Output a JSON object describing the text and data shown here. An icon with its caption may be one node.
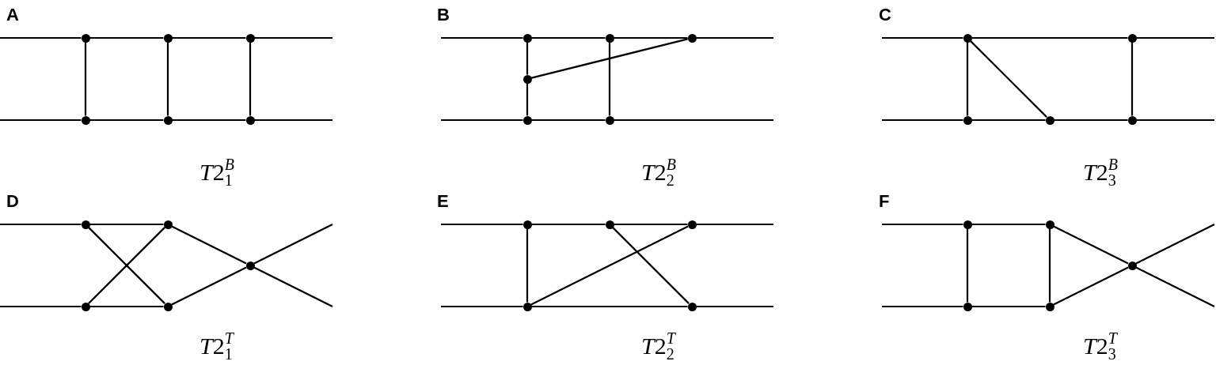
{
  "diagram": {
    "nodes": [
      {
        "text": [],
        "shape": "circle"
      },
      {
        "text": [],
        "shape": "circle"
      },
      {
        "text": [],
        "shape": "circle"
      },
      {
        "text": [],
        "shape": "circle"
      },
      {
        "text": [],
        "shape": "circle"
      },
      {
        "text": [],
        "shape": "circle"
      },
      {
        "text": [],
        "shape": "circle"
      },
      {
        "text": [],
        "shape": "circle"
      },
      {
        "text": [],
        "shape": "circle"
      },
      {
        "text": [],
        "shape": "circle"
      },
      {
        "text": [],
        "shape": "circle"
      },
      {
        "text": [],
        "shape": "circle"
      },
      {
        "text": [],
        "shape": "circle"
      },
      {
        "text": [],
        "shape": "circle"
      },
      {
        "text": [],
        "shape": "circle"
      },
      {
        "text": [],
        "shape": "circle"
      },
      {
        "text": [],
        "shape": "circle"
      },
      {
        "text": [],
        "shape": "circle"
      },
      {
        "text": [],
        "shape": "circle"
      },
      {
        "text": [],
        "shape": "circle"
      },
      {
        "text": [],
        "shape": "circle"
      },
      {
        "text": [],
        "shape": "circle"
      },
      {
        "text": [],
        "shape": "circle"
      },
      {
        "text": [],
        "shape": "circle"
      },
      {
        "text": [],
        "shape": "circle"
      },
      {
        "text": [],
        "shape": "circle"
      },
      {
        "text": [],
        "shape": "circle"
      },
      {
        "text": [],
        "shape": "circle"
      },
      {
        "text": [],
        "shape": "circle"
      },
      {
        "text": [],
        "shape": "circle"
      },
      {
        "text": [],
        "shape": "circle"
      },
      {
        "text": [],
        "shape": "circle"
      }
    ],
    "edges": [
      {
        "from": null,
        "to": 0,
        "arrow": "none"
      },
      {
        "from": 0,
        "to": 1,
        "arrow": "none"
      },
      {
        "from": 1,
        "to": 2,
        "arrow": "none"
      },
      {
        "from": 2,
        "to": null,
        "arrow": "none"
      },
      {
        "from": null,
        "to": 3,
        "arrow": "none"
      },
      {
        "from": 3,
        "to": 4,
        "arrow": "none"
      },
      {
        "from": 4,
        "to": 5,
        "arrow": "none"
      },
      {
        "from": 5,
        "to": null,
        "arrow": "none"
      },
      {
        "from": 0,
        "to": 3,
        "arrow": "none"
      },
      {
        "from": 1,
        "to": 4,
        "arrow": "none"
      },
      {
        "from": 2,
        "to": 5,
        "arrow": "none"
      },
      {
        "from": null,
        "to": 6,
        "arrow": "none"
      },
      {
        "from": 6,
        "to": 7,
        "arrow": "none"
      },
      {
        "from": 7,
        "to": 8,
        "arrow": "none"
      },
      {
        "from": 8,
        "to": null,
        "arrow": "none"
      },
      {
        "from": null,
        "to": 10,
        "arrow": "none"
      },
      {
        "from": 10,
        "to": 11,
        "arrow": "none"
      },
      {
        "from": 11,
        "to": null,
        "arrow": "none"
      },
      {
        "from": 6,
        "to": 9,
        "arrow": "none"
      },
      {
        "from": 9,
        "to": 10,
        "arrow": "none"
      },
      {
        "from": 7,
        "to": 11,
        "arrow": "none"
      },
      {
        "from": 9,
        "to": 8,
        "arrow": "none"
      },
      {
        "from": null,
        "to": 12,
        "arrow": "none"
      },
      {
        "from": 12,
        "to": 13,
        "arrow": "none"
      },
      {
        "from": 13,
        "to": null,
        "arrow": "none"
      },
      {
        "from": null,
        "to": 14,
        "arrow": "none"
      },
      {
        "from": 14,
        "to": 15,
        "arrow": "none"
      },
      {
        "from": 15,
        "to": 16,
        "arrow": "none"
      },
      {
        "from": 16,
        "to": null,
        "arrow": "none"
      },
      {
        "from": 12,
        "to": 14,
        "arrow": "none"
      },
      {
        "from": 12,
        "to": 15,
        "arrow": "none"
      },
      {
        "from": 13,
        "to": 16,
        "arrow": "none"
      },
      {
        "from": null,
        "to": 17,
        "arrow": "none"
      },
      {
        "from": 17,
        "to": 18,
        "arrow": "none"
      },
      {
        "from": 18,
        "to": 19,
        "arrow": "none"
      },
      {
        "from": 19,
        "to": null,
        "arrow": "none"
      },
      {
        "from": null,
        "to": 20,
        "arrow": "none"
      },
      {
        "from": 20,
        "to": 21,
        "arrow": "none"
      },
      {
        "from": 21,
        "to": 19,
        "arrow": "none"
      },
      {
        "from": 19,
        "to": null,
        "arrow": "none"
      },
      {
        "from": 17,
        "to": 21,
        "arrow": "none"
      },
      {
        "from": 20,
        "to": 18,
        "arrow": "none"
      },
      {
        "from": null,
        "to": 22,
        "arrow": "none"
      },
      {
        "from": 22,
        "to": 23,
        "arrow": "none"
      },
      {
        "from": 23,
        "to": 24,
        "arrow": "none"
      },
      {
        "from": 24,
        "to": null,
        "arrow": "none"
      },
      {
        "from": null,
        "to": 25,
        "arrow": "none"
      },
      {
        "from": 25,
        "to": 26,
        "arrow": "none"
      },
      {
        "from": 26,
        "to": null,
        "arrow": "none"
      },
      {
        "from": 22,
        "to": 25,
        "arrow": "none"
      },
      {
        "from": 25,
        "to": 24,
        "arrow": "none"
      },
      {
        "from": 23,
        "to": 26,
        "arrow": "none"
      },
      {
        "from": null,
        "to": 27,
        "arrow": "none"
      },
      {
        "from": 27,
        "to": 28,
        "arrow": "none"
      },
      {
        "from": 28,
        "to": 29,
        "arrow": "none"
      },
      {
        "from": 29,
        "to": null,
        "arrow": "none"
      },
      {
        "from": null,
        "to": 30,
        "arrow": "none"
      },
      {
        "from": 30,
        "to": 31,
        "arrow": "none"
      },
      {
        "from": 31,
        "to": 29,
        "arrow": "none"
      },
      {
        "from": 29,
        "to": null,
        "arrow": "none"
      },
      {
        "from": 27,
        "to": 30,
        "arrow": "none"
      },
      {
        "from": 28,
        "to": 31,
        "arrow": "none"
      }
    ],
    "labels": [
      "A",
      "B",
      "C",
      "T2$_{1}$$^{B}$",
      "T2$_{2}$$^{B}$",
      "T2$_{3}$$^{B}$",
      "D",
      "E",
      "F",
      "T2$_{1}$$^{T}$",
      "T2$_{2}$$^{T}$",
      "T2$_{3}$$^{T}$"
    ]
  }
}
